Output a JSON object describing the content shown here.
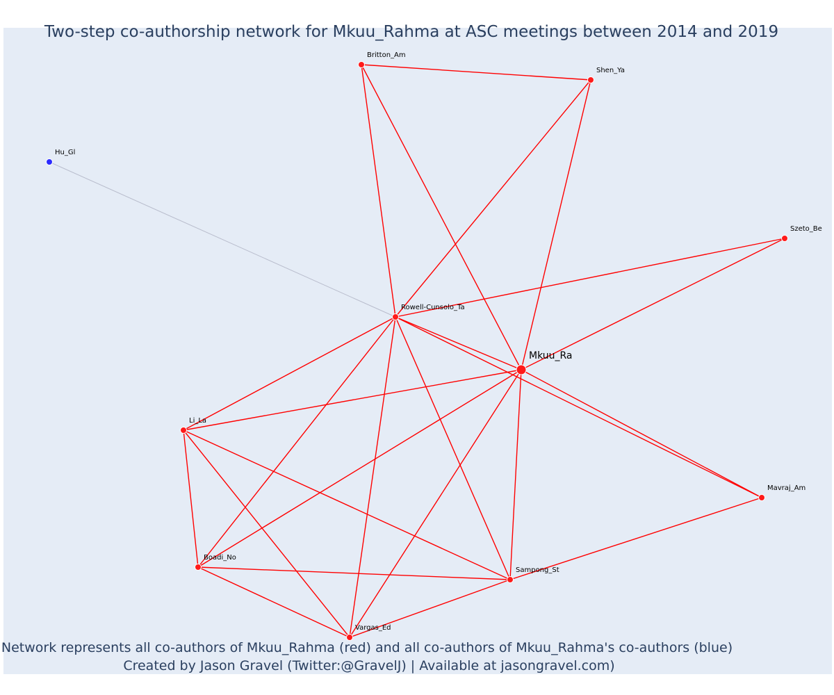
{
  "colors": {
    "plot_background": "#e5ecf6",
    "coauthor_node": "#ff1a1a",
    "second_step_node": "#2b2bff",
    "coauthor_edge": "#ff0000",
    "second_step_edge": "#b8bccc",
    "text": "#2a3f5f"
  },
  "chart_data": {
    "type": "network",
    "title": "Two-step co-authorship network for Mkuu_Rahma at ASC meetings between 2014 and 2019",
    "caption": [
      "Network represents all co-authors of Mkuu_Rahma (red) and all co-authors of Mkuu_Rahma's co-authors (blue)",
      "Created by Jason Gravel (Twitter:@GravelJ) | Available at jasongravel.com)"
    ],
    "nodes": [
      {
        "id": "Mkuu_Ra",
        "group": "focal"
      },
      {
        "id": "Britton_Am",
        "group": "coauthor"
      },
      {
        "id": "Shen_Ya",
        "group": "coauthor"
      },
      {
        "id": "Hu_Gl",
        "group": "second_step"
      },
      {
        "id": "Szeto_Be",
        "group": "coauthor"
      },
      {
        "id": "Rowell-Cunsolo_Ta",
        "group": "coauthor"
      },
      {
        "id": "Li_La",
        "group": "coauthor"
      },
      {
        "id": "Mavraj_Am",
        "group": "coauthor"
      },
      {
        "id": "Boadi_No",
        "group": "coauthor"
      },
      {
        "id": "Sampong_St",
        "group": "coauthor"
      },
      {
        "id": "Vargas_Ed",
        "group": "coauthor"
      }
    ],
    "edges": [
      [
        "Britton_Am",
        "Shen_Ya"
      ],
      [
        "Britton_Am",
        "Rowell-Cunsolo_Ta"
      ],
      [
        "Britton_Am",
        "Mkuu_Ra"
      ],
      [
        "Shen_Ya",
        "Rowell-Cunsolo_Ta"
      ],
      [
        "Shen_Ya",
        "Mkuu_Ra"
      ],
      [
        "Hu_Gl",
        "Rowell-Cunsolo_Ta"
      ],
      [
        "Szeto_Be",
        "Rowell-Cunsolo_Ta"
      ],
      [
        "Szeto_Be",
        "Mkuu_Ra"
      ],
      [
        "Rowell-Cunsolo_Ta",
        "Mkuu_Ra"
      ],
      [
        "Rowell-Cunsolo_Ta",
        "Li_La"
      ],
      [
        "Rowell-Cunsolo_Ta",
        "Boadi_No"
      ],
      [
        "Rowell-Cunsolo_Ta",
        "Vargas_Ed"
      ],
      [
        "Rowell-Cunsolo_Ta",
        "Sampong_St"
      ],
      [
        "Rowell-Cunsolo_Ta",
        "Mavraj_Am"
      ],
      [
        "Mkuu_Ra",
        "Li_La"
      ],
      [
        "Mkuu_Ra",
        "Boadi_No"
      ],
      [
        "Mkuu_Ra",
        "Vargas_Ed"
      ],
      [
        "Mkuu_Ra",
        "Sampong_St"
      ],
      [
        "Mkuu_Ra",
        "Mavraj_Am"
      ],
      [
        "Li_La",
        "Boadi_No"
      ],
      [
        "Li_La",
        "Vargas_Ed"
      ],
      [
        "Li_La",
        "Sampong_St"
      ],
      [
        "Boadi_No",
        "Sampong_St"
      ],
      [
        "Boadi_No",
        "Vargas_Ed"
      ],
      [
        "Vargas_Ed",
        "Sampong_St"
      ],
      [
        "Sampong_St",
        "Mavraj_Am"
      ]
    ]
  }
}
